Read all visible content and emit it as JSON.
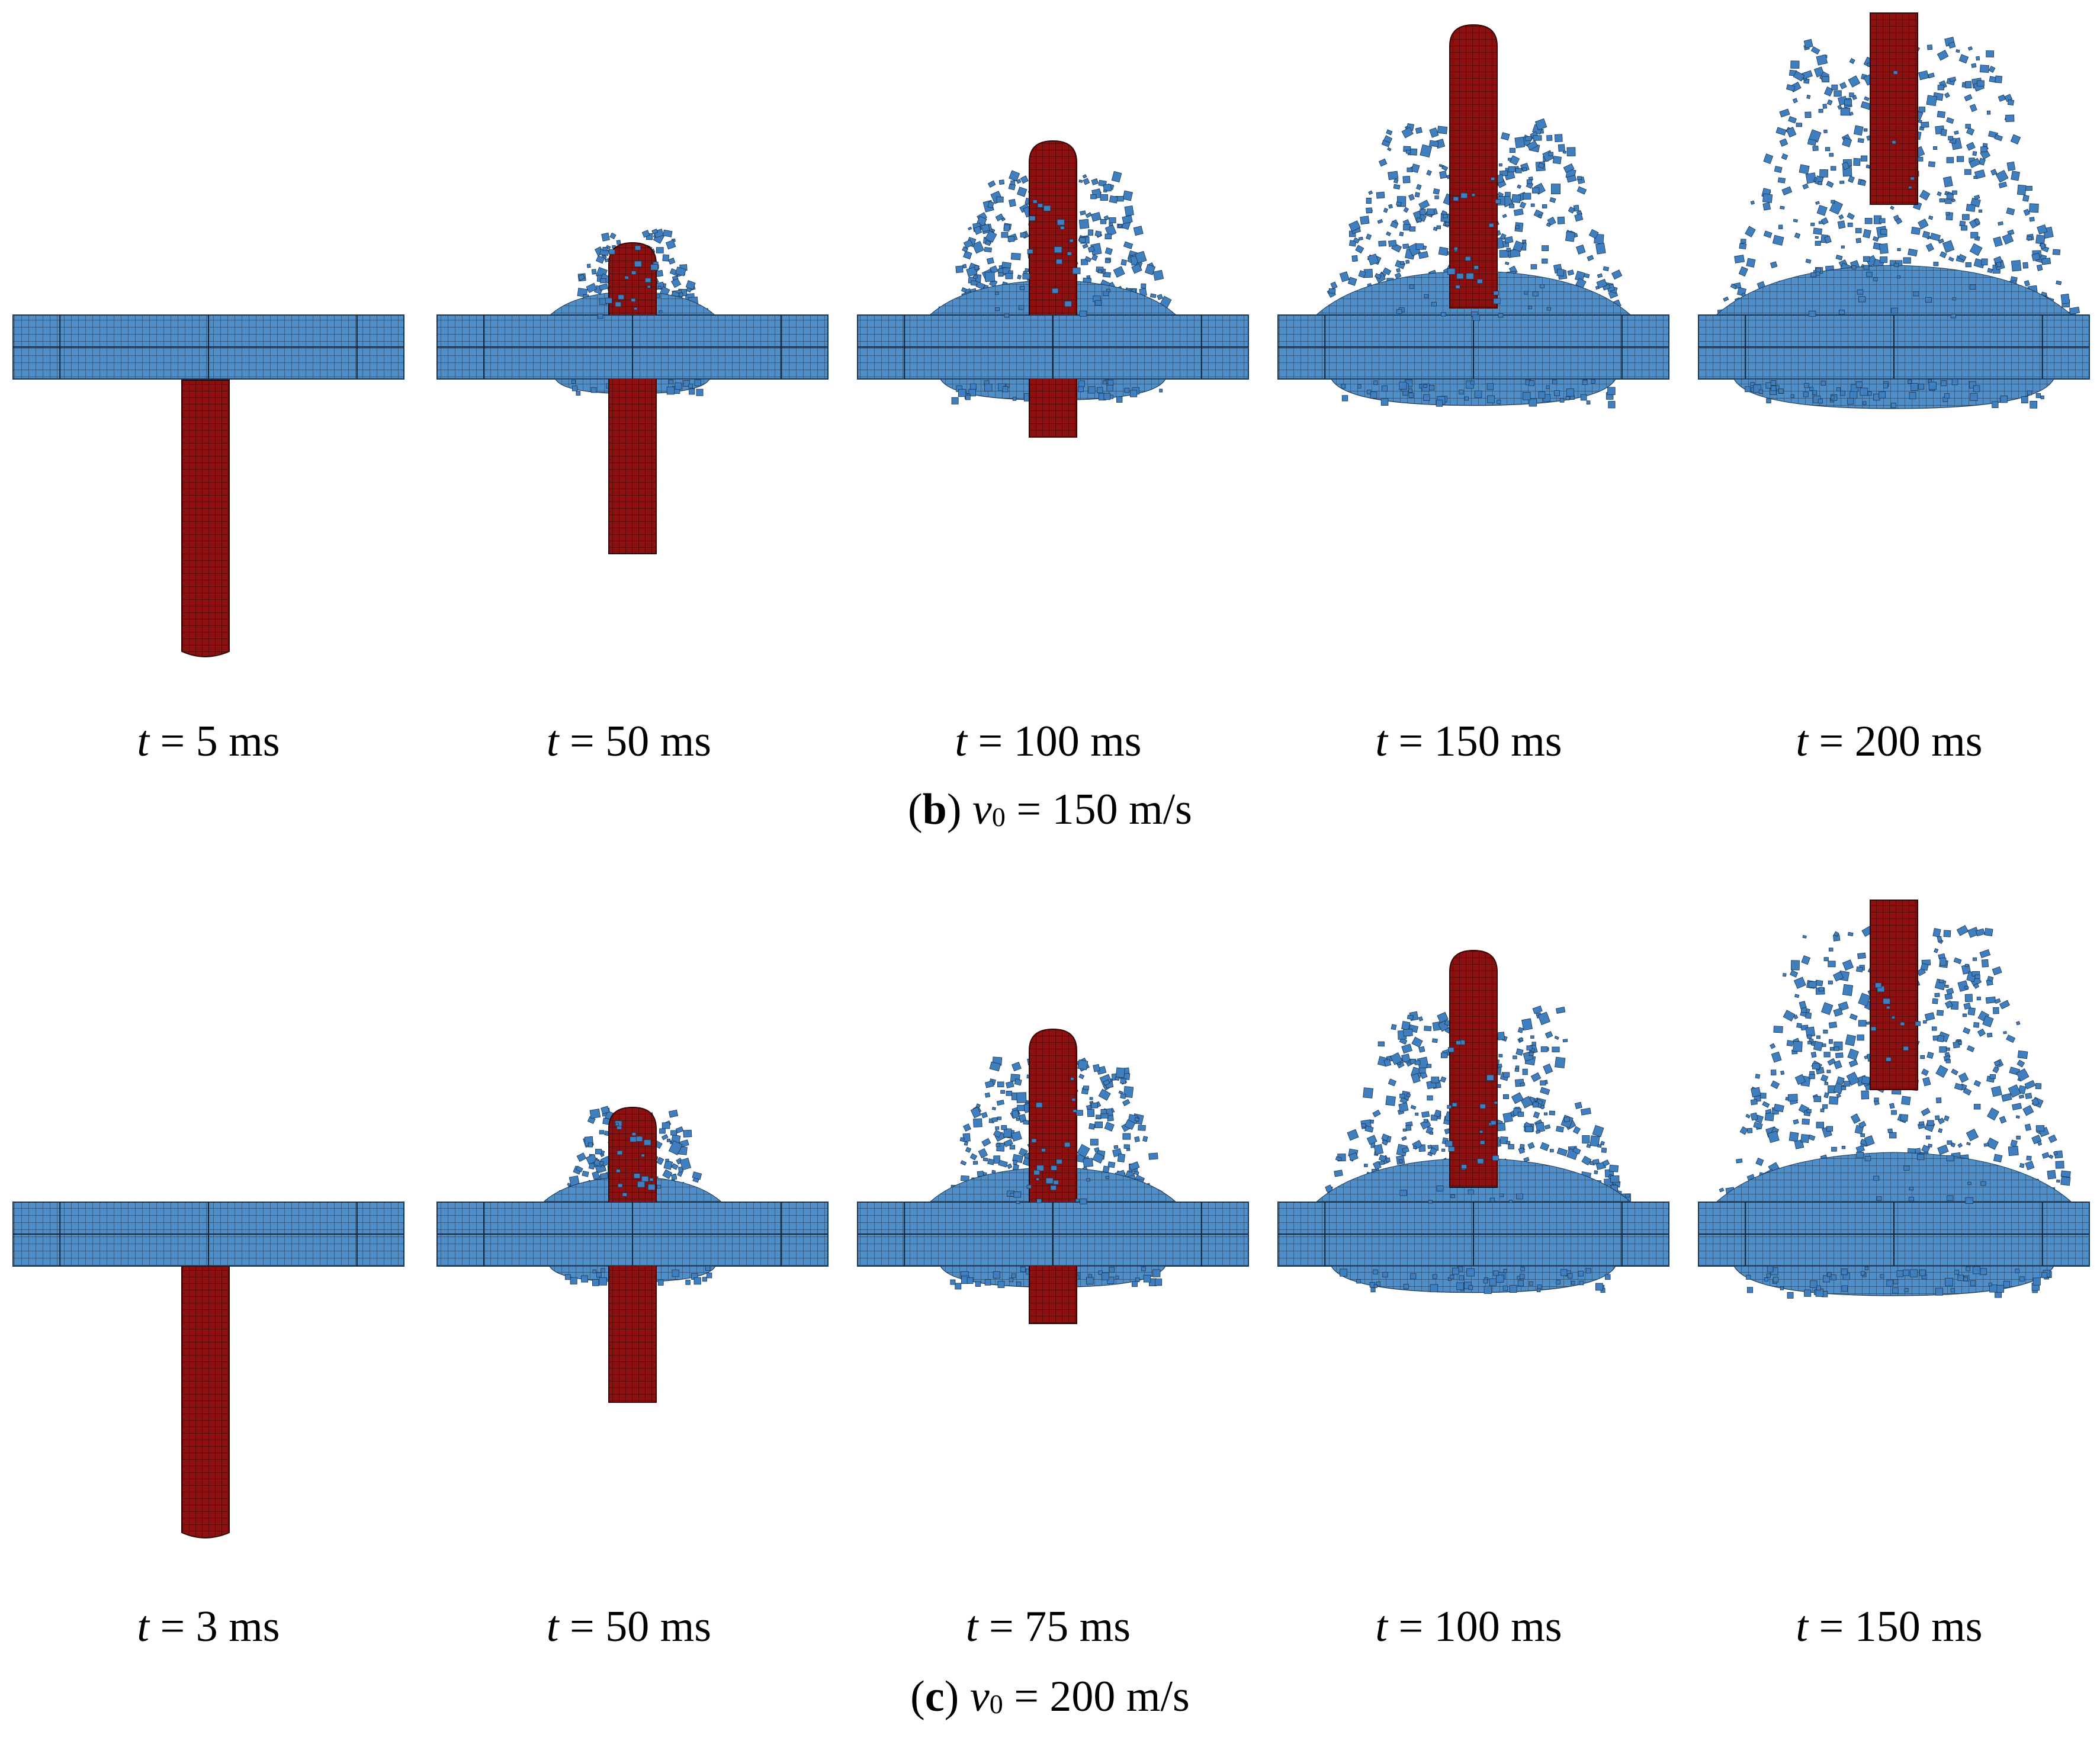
{
  "panels": [
    {
      "letter": "b",
      "v_symbol": "v",
      "v_subscript": "0",
      "v_value": "150 m/s",
      "frames": [
        {
          "t_symbol": "t",
          "t_value": "5 ms",
          "projectile_state": "below-plate",
          "debris_level": 0.0
        },
        {
          "t_symbol": "t",
          "t_value": "50 ms",
          "projectile_state": "penetrating",
          "debris_level": 0.3
        },
        {
          "t_symbol": "t",
          "t_value": "100 ms",
          "projectile_state": "penetrating",
          "debris_level": 0.6
        },
        {
          "t_symbol": "t",
          "t_value": "150 ms",
          "projectile_state": "penetrating",
          "debris_level": 0.85
        },
        {
          "t_symbol": "t",
          "t_value": "200 ms",
          "projectile_state": "exited",
          "debris_level": 1.0
        }
      ]
    },
    {
      "letter": "c",
      "v_symbol": "v",
      "v_subscript": "0",
      "v_value": "200 m/s",
      "frames": [
        {
          "t_symbol": "t",
          "t_value": "3 ms",
          "projectile_state": "below-plate",
          "debris_level": 0.0
        },
        {
          "t_symbol": "t",
          "t_value": "50 ms",
          "projectile_state": "penetrating",
          "debris_level": 0.35
        },
        {
          "t_symbol": "t",
          "t_value": "75 ms",
          "projectile_state": "penetrating",
          "debris_level": 0.6
        },
        {
          "t_symbol": "t",
          "t_value": "100 ms",
          "projectile_state": "penetrating",
          "debris_level": 0.85
        },
        {
          "t_symbol": "t",
          "t_value": "150 ms",
          "projectile_state": "exited",
          "debris_level": 1.0
        }
      ]
    }
  ],
  "colors": {
    "plate": "#4f8fc9",
    "mesh": "#1b3552",
    "projectile": "#8b1010",
    "projectile_mesh": "#2a0404",
    "debris": "#3f7fbf"
  },
  "equals": "="
}
